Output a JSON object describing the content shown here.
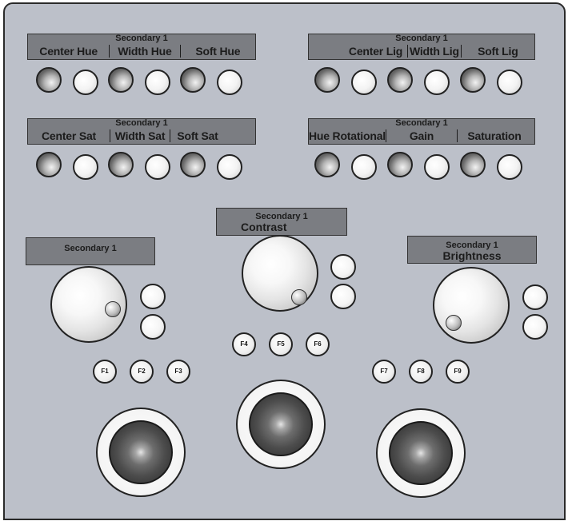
{
  "panels": {
    "hue": {
      "title": "Secondary 1",
      "labels": [
        "Center Hue",
        "Width Hue",
        "Soft Hue"
      ]
    },
    "lig": {
      "title": "Secondary 1",
      "labels": [
        "Center Lig",
        "Width Lig",
        "Soft Lig"
      ]
    },
    "sat": {
      "title": "Secondary 1",
      "labels": [
        "Center Sat",
        "Width Sat",
        "Soft Sat"
      ]
    },
    "rot": {
      "title": "Secondary 1",
      "labels": [
        "Hue Rotational",
        "Gain",
        "Saturation"
      ]
    }
  },
  "left_dial": {
    "title": "Secondary 1",
    "sub": ""
  },
  "center_dial": {
    "title": "Secondary 1",
    "sub": "Contrast"
  },
  "right_dial": {
    "title": "Secondary 1",
    "sub": "Brightness"
  },
  "fkeys": [
    "F1",
    "F2",
    "F3",
    "F4",
    "F5",
    "F6",
    "F7",
    "F8",
    "F9"
  ]
}
